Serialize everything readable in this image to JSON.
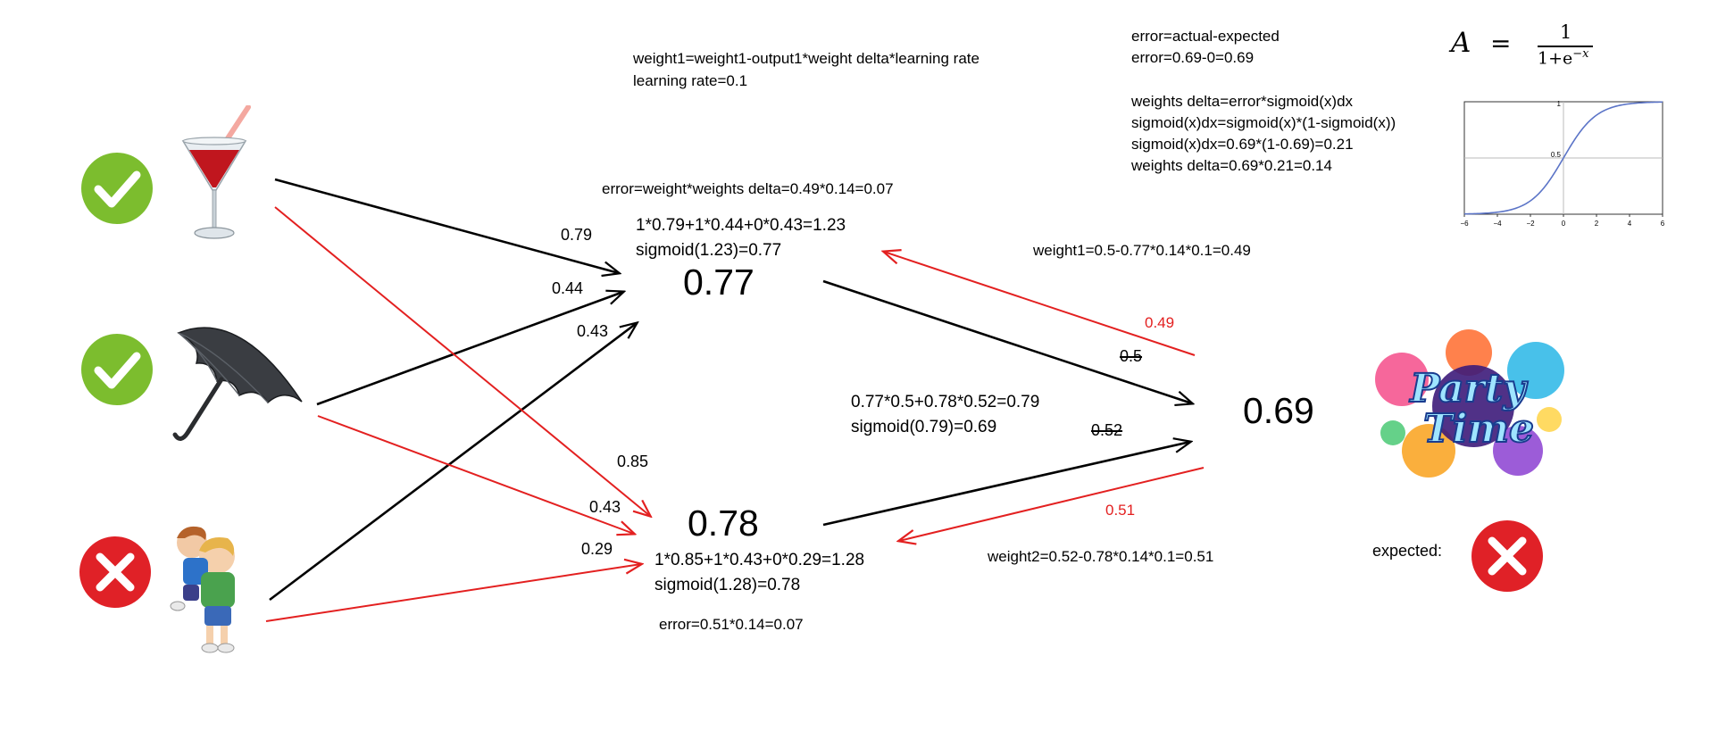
{
  "colors": {
    "positive_edge": "#000000",
    "negative_edge": "#e32020",
    "check": "#7cbd2e",
    "cross": "#e02127",
    "sigmoid_curve": "#5b74c7"
  },
  "inputs": [
    {
      "icon": "cocktail-glass-icon",
      "status": "check-icon"
    },
    {
      "icon": "umbrella-icon",
      "status": "check-icon"
    },
    {
      "icon": "children-icon",
      "status": "cross-icon"
    }
  ],
  "update_rule": {
    "line1": "weight1=weight1-output1*weight delta*learning rate",
    "line2": "learning rate=0.1"
  },
  "hidden1": {
    "error": "error=weight*weights delta=0.49*0.14=0.07",
    "sum": "1*0.79+1*0.44+0*0.43=1.23",
    "sigmoid": "sigmoid(1.23)=0.77",
    "value": "0.77"
  },
  "hidden2": {
    "value": "0.78",
    "sum": "1*0.85+1*0.43+0*0.29=1.28",
    "sigmoid": "sigmoid(1.28)=0.78",
    "error": "error=0.51*0.14=0.07"
  },
  "weights_to_h1": {
    "w1": "0.79",
    "w2": "0.44",
    "w3": "0.43"
  },
  "weights_to_h2": {
    "w1": "0.85",
    "w2": "0.43",
    "w3": "0.29"
  },
  "output": {
    "sum": "0.77*0.5+0.78*0.52=0.79",
    "sigmoid": "sigmoid(0.79)=0.69",
    "value": "0.69",
    "old_w1": "0.5",
    "new_w1": "0.49",
    "old_w2": "0.52",
    "new_w2": "0.51",
    "update_w1": "weight1=0.5-0.77*0.14*0.1=0.49",
    "update_w2": "weight2=0.52-0.78*0.14*0.1=0.51"
  },
  "error_calc": {
    "line1": "error=actual-expected",
    "line2": "error=0.69-0=0.69",
    "line3": "weights delta=error*sigmoid(x)dx",
    "line4": "sigmoid(x)dx=sigmoid(x)*(1-sigmoid(x))",
    "line5": "sigmoid(x)dx=0.69*(1-0.69)=0.21",
    "line6": "weights delta=0.69*0.21=0.14"
  },
  "sigmoid_formula": {
    "lhs": "A",
    "eq": "=",
    "num": "1",
    "den": "1+e",
    "exp": "−x"
  },
  "sigmoid_plot": {
    "x_ticks": [
      "−6",
      "−4",
      "−2",
      "0",
      "2",
      "4",
      "6"
    ],
    "y_ticks": [
      "1",
      "0.5"
    ]
  },
  "party_logo": {
    "line1": "Party",
    "line2": "Time"
  },
  "expected": {
    "label": "expected:",
    "icon": "cross-icon"
  }
}
